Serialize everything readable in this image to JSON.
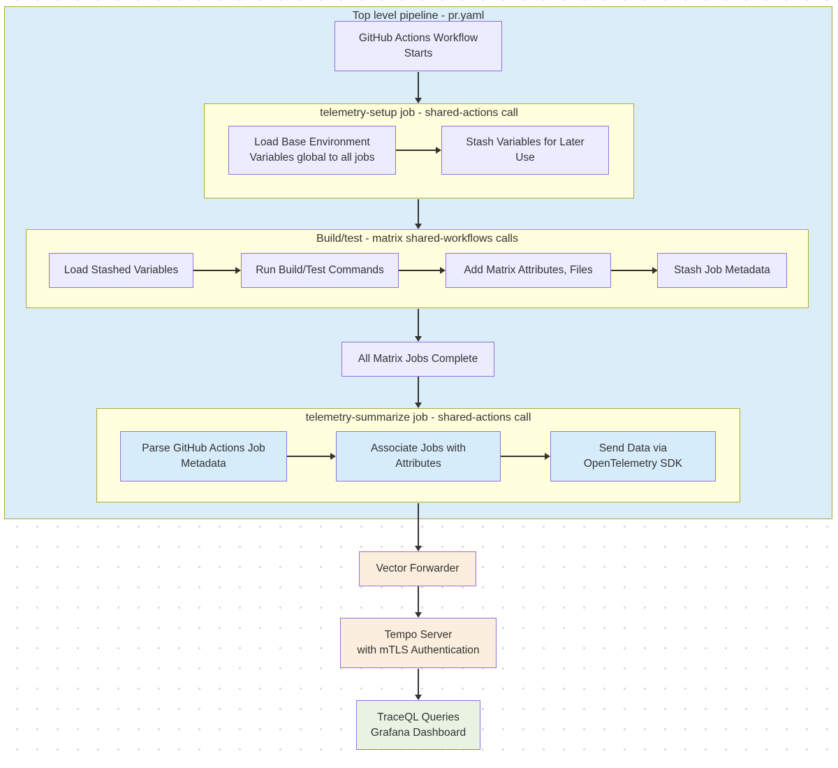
{
  "diagram_type": "flowchart",
  "containers": {
    "pipeline": {
      "title": "Top level pipeline - pr.yaml"
    },
    "telemetry_setup": {
      "title": "telemetry-setup job - shared-actions call"
    },
    "build_test": {
      "title": "Build/test - matrix shared-workflows calls"
    },
    "telemetry_summarize": {
      "title": "telemetry-summarize job - shared-actions call"
    }
  },
  "nodes": {
    "workflow_starts": {
      "label": "GitHub Actions Workflow\nStarts"
    },
    "load_base_env": {
      "label": "Load Base Environment\nVariables global to all jobs"
    },
    "stash_variables": {
      "label": "Stash Variables for Later\nUse"
    },
    "load_stashed_variables": {
      "label": "Load Stashed Variables"
    },
    "run_build_test": {
      "label": "Run Build/Test Commands"
    },
    "add_matrix_attributes": {
      "label": "Add Matrix Attributes, Files"
    },
    "stash_job_metadata": {
      "label": "Stash Job Metadata"
    },
    "all_matrix_jobs_complete": {
      "label": "All Matrix Jobs Complete"
    },
    "parse_job_metadata": {
      "label": "Parse GitHub Actions Job\nMetadata"
    },
    "associate_jobs": {
      "label": "Associate Jobs with\nAttributes"
    },
    "send_data_otel": {
      "label": "Send Data via\nOpenTelemetry SDK"
    },
    "vector_forwarder": {
      "label": "Vector Forwarder"
    },
    "tempo_server": {
      "label": "Tempo Server\nwith mTLS Authentication"
    },
    "traceql_grafana": {
      "label": "TraceQL Queries\nGrafana Dashboard"
    }
  },
  "colors": {
    "pipeline_fill": "#dbedf9",
    "cluster_fill": "#ffffde",
    "cluster_border": "#aaaa33",
    "node_purple_fill": "#ececff",
    "node_blue_fill": "#d7ecfb",
    "node_cream_fill": "#fbeedc",
    "node_green_fill": "#e8f3e4",
    "node_border": "#9370db",
    "edge_color": "#333333",
    "text_color": "#333333"
  }
}
